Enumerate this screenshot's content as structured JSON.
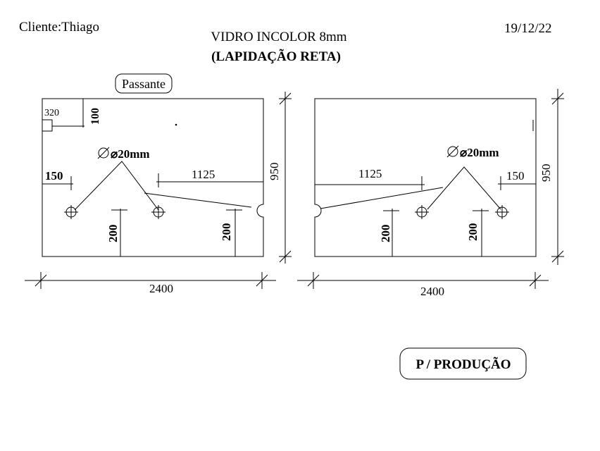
{
  "header": {
    "client": "Cliente:Thiago",
    "date": "19/12/22",
    "title": "VIDRO INCOLOR 8mm",
    "subtitle": "(LAPIDAÇÃO RETA)"
  },
  "left_panel": {
    "tag": "Passante",
    "small_square_dim": "320",
    "small_square_offset": "100",
    "hole_diameter": "⌀20mm",
    "edge_offset": "150",
    "notch_offset": "1125",
    "hole_height_a": "200",
    "hole_height_b": "200",
    "height": "950",
    "width": "2400"
  },
  "right_panel": {
    "hole_diameter": "⌀20mm",
    "notch_offset": "1125",
    "edge_offset": "150",
    "hole_height_a": "200",
    "hole_height_b": "200",
    "height": "950",
    "width": "2400"
  },
  "footer": {
    "stamp": "P / PRODUÇÃO"
  }
}
